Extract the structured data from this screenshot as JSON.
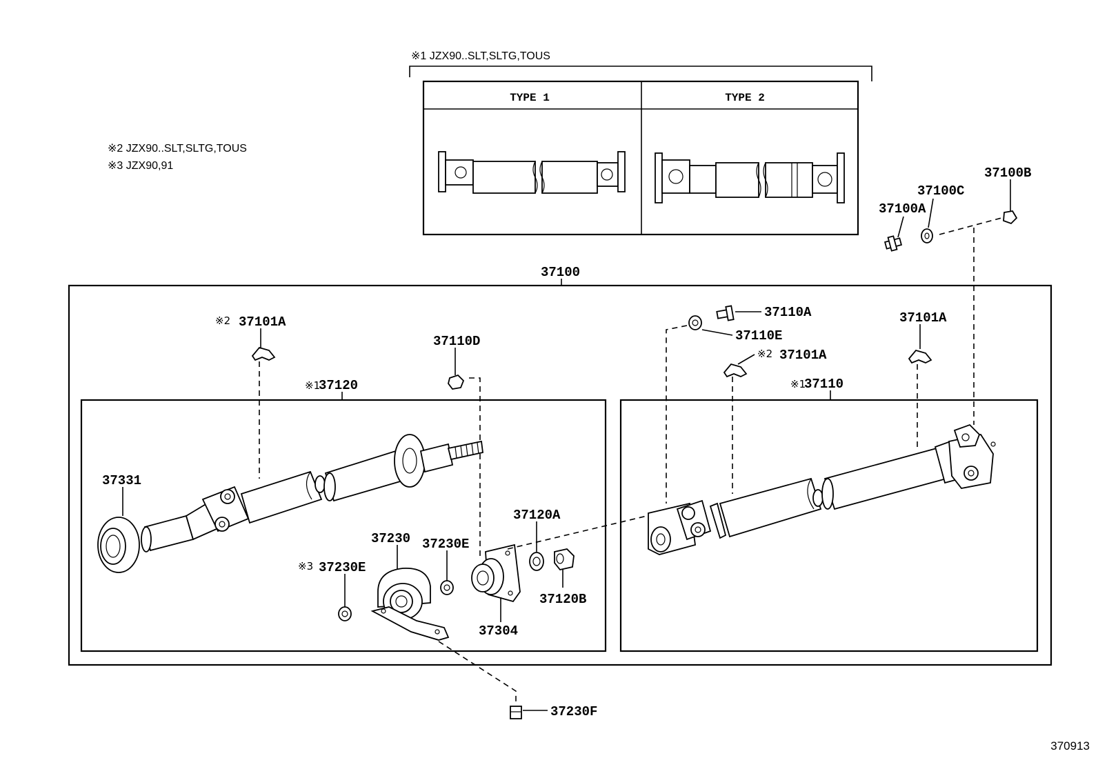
{
  "notes": {
    "note1": "※1 JZX90..SLT,SLTG,TOUS",
    "note2": "※2 JZX90..SLT,SLTG,TOUS",
    "note3": "※3 JZX90,91"
  },
  "types": {
    "type1": "TYPE 1",
    "type2": "TYPE 2"
  },
  "labels": {
    "p37100": "37100",
    "p37100A": "37100A",
    "p37100B": "37100B",
    "p37100C": "37100C",
    "p37101A_left": "37101A",
    "p37101A_mid": "37101A",
    "p37101A_right": "37101A",
    "p37110": "37110",
    "p37110A": "37110A",
    "p37110D": "37110D",
    "p37110E": "37110E",
    "p37120": "37120",
    "p37120A": "37120A",
    "p37120B": "37120B",
    "p37230": "37230",
    "p37230E_a": "37230E",
    "p37230E_b": "37230E",
    "p37230F": "37230F",
    "p37304": "37304",
    "p37331": "37331"
  },
  "marks": {
    "m1_37120": "※1",
    "m1_37110": "※1",
    "m2_left": "※2",
    "m2_mid": "※2",
    "m3_37230E": "※3"
  },
  "diagram_id": "370913"
}
